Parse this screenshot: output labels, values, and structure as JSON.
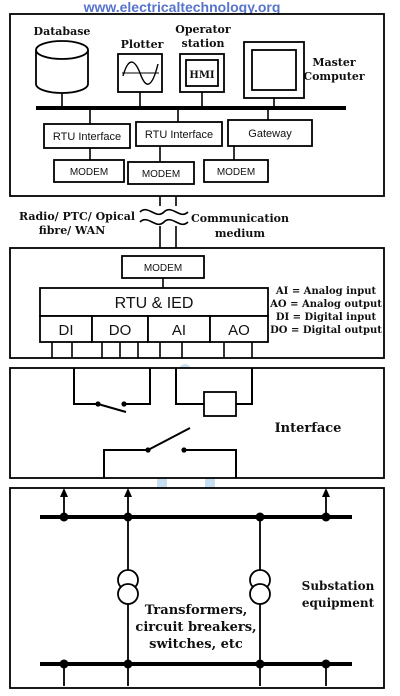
{
  "watermark": "www.electricaltechnology.org",
  "control_center": {
    "database_label": "Database",
    "plotter_label": "Plotter",
    "operator_label_line1": "Operator",
    "operator_label_line2": "station",
    "hmi_label": "HMI",
    "master_label_line1": "Master",
    "master_label_line2": "Computer",
    "rtu_interface_1": "RTU Interface",
    "rtu_interface_2": "RTU Interface",
    "gateway": "Gateway",
    "modem_1": "MODEM",
    "modem_2": "MODEM",
    "modem_3": "MODEM"
  },
  "communication": {
    "left_line1": "Radio/ PTC/ Opical",
    "left_line2": "fibre/ WAN",
    "right_line1": "Communication",
    "right_line2": "medium"
  },
  "rtu_section": {
    "modem": "MODEM",
    "rtu_ied": "RTU & IED",
    "di": "DI",
    "do": "DO",
    "ai": "AI",
    "ao": "AO",
    "legend": [
      "AI = Analog input",
      "AO = Analog output",
      "DI = Digital input",
      "DO = Digital output"
    ]
  },
  "interface_section": {
    "label": "Interface"
  },
  "substation_section": {
    "label_line1": "Substation",
    "label_line2": "equipment",
    "equip_line1": "Transformers,",
    "equip_line2": "circuit breakers,",
    "equip_line3": "switches, etc"
  },
  "colors": {
    "watermark": "#3a5cc4",
    "bulb_glow": "#9ec4e6"
  }
}
